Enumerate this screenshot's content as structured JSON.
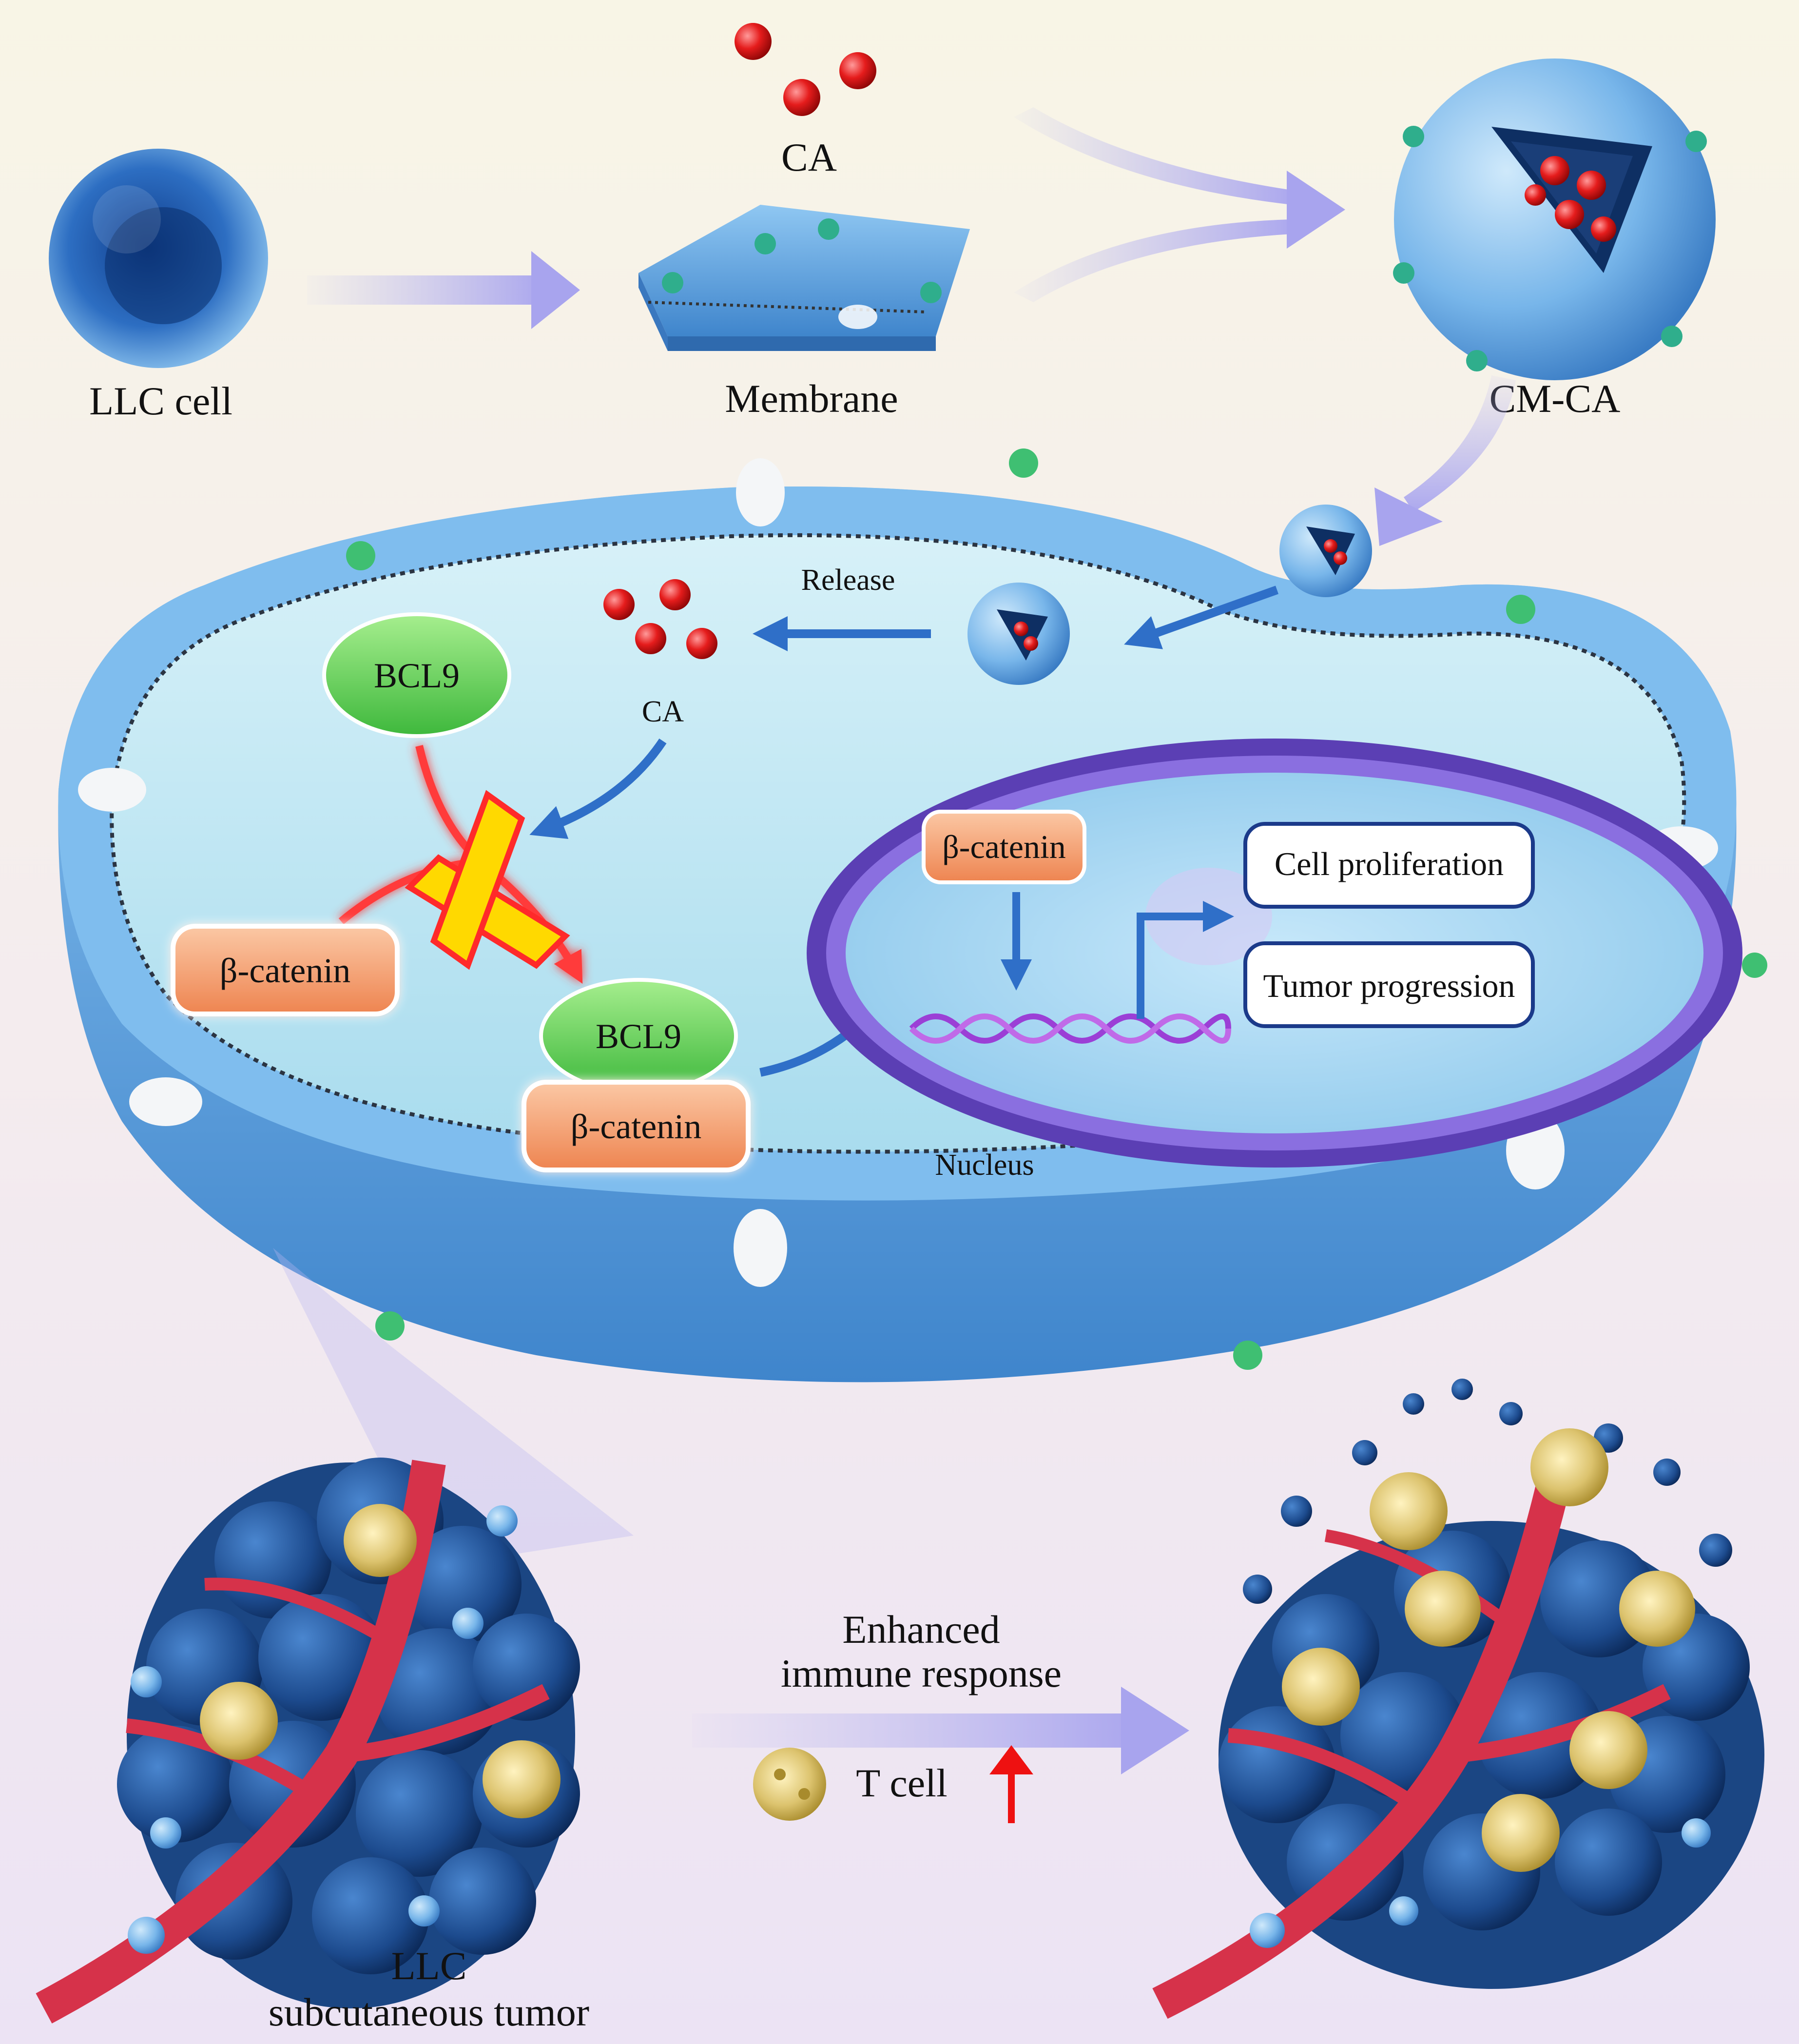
{
  "figure": {
    "labels": {
      "llc_cell": "LLC cell",
      "ca_top": "CA",
      "membrane": "Membrane",
      "cm_ca": "CM-CA",
      "release": "Release",
      "ca_inner": "CA",
      "nucleus": "Nucleus",
      "llc_tumor_line1": "LLC",
      "llc_tumor_line2": "subcutaneous tumor",
      "enhanced_line1": "Enhanced",
      "enhanced_line2": "immune response",
      "t_cell": "T cell"
    },
    "boxes": {
      "bcl9_top": "BCL9",
      "beta_catenin_left": "β-catenin",
      "bcl9_complex": "BCL9",
      "beta_catenin_complex": "β-catenin",
      "beta_catenin_nucleus": "β-catenin",
      "cell_proliferation": "Cell proliferation",
      "tumor_progression": "Tumor progression"
    },
    "colors": {
      "background_top": "#f7f3e4",
      "background_bottom": "#ede4f3",
      "cell_blue": "#6fb0e6",
      "cytoplasm": "#bfe6f2",
      "nucleus_ring": "#5b3fb4",
      "flow_arrow": "#b9b7f0",
      "pathway_arrow": "#2f6fc8",
      "inhibit_arrow": "#ff3b3b",
      "cross_fill": "#ffd900",
      "bcl9_green": "#6ed46a",
      "catenin_orange": "#f39b6b",
      "dna": "#9b3fd6",
      "tumor": "#1f4f8c",
      "vessel": "#d6324a",
      "t_cell": "#d8c36a",
      "up_arrow": "#ee1111"
    },
    "icons": [
      "x-inhibition-icon",
      "up-arrow-icon",
      "t-cell-icon",
      "dna-icon"
    ]
  }
}
